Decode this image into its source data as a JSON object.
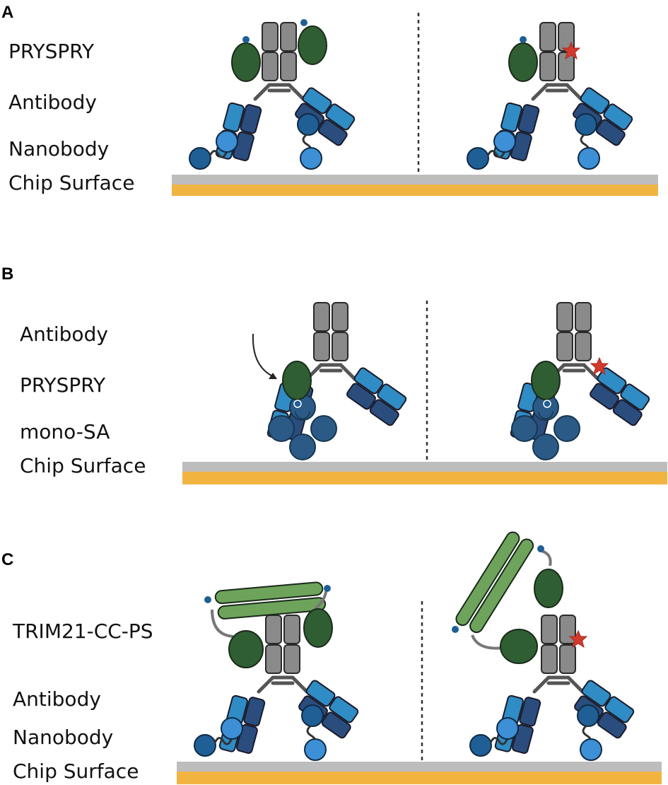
{
  "panels": [
    {
      "letter": "A",
      "labels": [
        "PRYSPRY",
        "Antibody",
        "Nanobody",
        "Chip Surface"
      ]
    },
    {
      "letter": "B",
      "labels": [
        "Antibody",
        "PRYSPRY",
        "mono-SA",
        "Chip Surface"
      ]
    },
    {
      "letter": "C",
      "labels": [
        "TRIM21-CC-PS",
        "Antibody",
        "Nanobody",
        "Chip Surface"
      ]
    }
  ],
  "colors": {
    "surface_gray": "#bdbdbd",
    "surface_gold": "#f2b441",
    "fc_gray": "#8a8a8a",
    "heavy_dark_blue": "#2a4d7e",
    "light_blue": "#2f8cc4",
    "nanobody_dark": "#1f5f96",
    "nanobody_light": "#3d8fd6",
    "pryspry_green": "#2f5e32",
    "cc_green": "#6ea35c",
    "mono_sa": "#2b5a86",
    "mutation_red": "#d23a2e",
    "biotin_blue": "#1f5f96"
  }
}
